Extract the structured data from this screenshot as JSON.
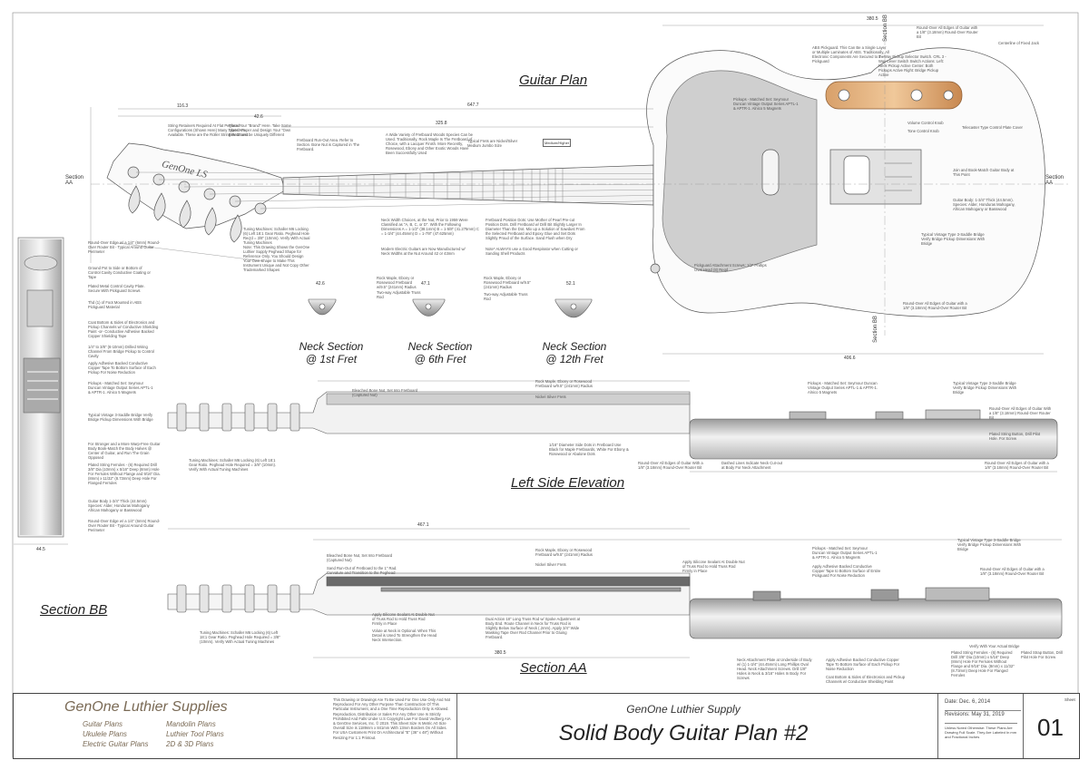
{
  "views": {
    "guitar_plan": "Guitar Plan",
    "left_side_elevation": "Left Side Elevation",
    "section_aa": "Section AA",
    "section_bb": "Section BB"
  },
  "neck_sections": [
    {
      "line1": "Neck Section",
      "line2": "@ 1st Fret"
    },
    {
      "line1": "Neck Section",
      "line2": "@ 6th Fret"
    },
    {
      "line1": "Neck Section",
      "line2": "@ 12th Fret"
    }
  ],
  "markers": {
    "section_aa_left": "Section\nAA",
    "section_aa_right": "Section\nAA",
    "section_bb_top": "Section BB",
    "section_bb_bottom": "Section BB"
  },
  "dimensions": {
    "overall_width": "380.5",
    "scale_length": "647.7",
    "body_length": "406.6",
    "neck_length": "467.1",
    "nut_to_body": "325.8",
    "headstock": "116.3",
    "neck_width": "42.6",
    "section_1st": "42.6",
    "section_6th": "47.1",
    "section_12th": "52.1",
    "section_aa_len": "380.5",
    "thickness": "44.5"
  },
  "notes": {
    "string_retainers": "String Retainers Required At Flat Peghead Configurations (Shown Here) Many Types Are Available. These are the Roller String Retainers",
    "brand_sticker": "Place Your \"Brand\" Here. Take Some Sketch Paper and Design Your \"Own Brand\" and be Uniquely Different",
    "fretboard_runout": "Fretboard Run-Out Area. Refer to Section. Bone Nut is Captured in The Fretboard.",
    "fretboard_woods": "A Wide Variety of Fretboard Woods Species Can be Used. Traditionally, Rock Maple Is The Fretboard of Choice, with a Lacquer Finish. More Recently, Rosewood, Ebony and Other Exotic Woods Have Been Successfully Used",
    "frets": "Typical Frets are Nickel/Silver Medium Jumbo Size",
    "tuners": "Tuning Machines: Schaller M6 Locking (6) Left 18:1 Gear Ratio. Peghead Hole Req'd = 3/8\" (10mm). Verify With Actual Tuning Machines",
    "headstock_shapes": "Note: This Drawing Shows the GenOne Luthier Supply Peghead Shape for Reference Only. You Should Design Your Own Shape to Make This Instrument Unique and Not Copy Other Trademarked Shapes",
    "neck_widths": "Neck Width Choices, at the Nut, Prior to 1959 Were Classified as \"A, B, C, or D\". With the Following Dimensions A = 1-1/2\" (38.1mm) B = 1-5/8\" (41.275mm) C = 1-3/4\" (44.45mm) D = 1-7/8\" (47.625mm)",
    "modern_widths": "Modern Electric Guitars are Now Manufactured w/ Neck Widths at the Nut Around 42 or 43mm",
    "position_dots": "Fretboard Position Dots: Use Mother of Pearl Pre-cut Position Dots. Drill Fretboard w/ Drill Bit Slightly Larger In Diameter Than the Dot. Mix up a Solution of Sawdust From the Selected Fretboard and Epoxy Glue and Set Dots Slightly Proud of the Surface. Sand Flush when Dry",
    "gloves": "Note* ALWAYS use a Good Respirator when Cutting or Sanding Shell Products",
    "rock_maple_1": "Rock Maple, Ebony or Rosewood Fretboard w/9.5\" (241mm) Radius",
    "truss_1": "Two-way Adjustable Truss Rod",
    "rock_maple_2": "Rock Maple, Ebony or Rosewood Fretboard w/9.5\" (241mm) Radius",
    "truss_2": "Two-way Adjustable Truss Rod",
    "roundover_top": "Round-Over All Edges of Guitar with a 1/8\" (3.18mm) Round-Over Router Bit",
    "pickguard": "ABS Pickguard. This Can Be a Single Layer or Multiple Laminates of ABS. Traditionally, All Electronic Components Are Secured to the Pickguard",
    "switch": "3 - Way Pickup Selector Switch. CRL 3 - Way Lever Switch Switch Actions: Left: Neck Pickup Active Center: Both Pickups Active Right: Bridge Pickup Active",
    "centerline": "Centerline of Fixed Jack",
    "pickups_plan": "Pickups - Matched Set: Seymour Duncan Vintage Output Series APTL-1 & APTR-1. Alnico 5 Magnets",
    "volume": "Volume Control Knob",
    "tone": "Tone Control Knob",
    "control_plate": "Telecaster Type Control Plate Cover",
    "jam_bolt": "Join and Book-Match Guitar Body at This Point",
    "body_woods": "Guitar Body: 1-3/4\" Thick (44.5mm). Species: Alder, Honduras Mahogany, African Mahogany or Basswood",
    "bridge_plan": "Typical Vintage Type 3-Saddle Bridge Verify Bridge Pickup Dimensions With Bridge",
    "pickguard_screws": "Pickguard Attachment Screws: 1/2\" Phillips Oval Head (8) Reqd",
    "roundover_bottom": "Round-Over All Edges of Guitar with a 1/8\" (3.18mm) Round-Over Router Bit",
    "bb_roundover": "Round-Over Edge w/ a 1/4\" (6mm) Round-Over Router Bit - Typical Around Guitar Perimeter",
    "bb_ground": "Ground Pot to Side or Bottom of Control Cavity Conductive Coating or Tape",
    "bb_plate": "Plated Metal Control Cavity Plate. Secure With Pickguard Screws",
    "bb_thrd": "Thd (1) of Foot Mounted in ABS Pickguard Material",
    "bb_coat": "Coat Bottom & Sides of Electronics and Pickup Channels w/ Conductive Shielding Paint -or- Conductive Adhesive Backed Copper Shielding Tape",
    "bb_drill": "1/4\" to 3/8\" (6-10mm) Drilled Wiring Channel From Bridge Pickup to Control Cavity",
    "bb_copper": "Apply Adhesive Backed Conductive Copper Tape To Bottom Surface of Each Pickup For Noise Reduction",
    "bb_pickups": "Pickups - Matched Set: Seymour Duncan Vintage Output Series APTL-1 & APTR-1. Alnico 5 Magnets",
    "bb_bridge": "Typical Vintage 3-Saddle Bridge Verify Bridge Pickup Dimensions With Bridge",
    "bb_strong": "For Stronger and a More Warp-Free Guitar Body Book-Match the Body Halves @ Center of Guitar, and Run The Grain Opposed",
    "bb_ferrules": "Plated String Ferrules - (6) Required Drill 3/8\" Dia (10mm) x 5/16\" Deep (8mm) Hole For Ferrules Without Flange and 9/16\" Dia. (8mm) x 11/32\" (8.73mm) Deep Hole For Flanged Ferrules",
    "bb_body": "Guitar Body 1-3/4\" Thick (44.5mm) Species: Alder, Honduras Mahogany African Mahogany or Basswood",
    "bb_round2": "Round-Over Edge w/ a 1/4\" (6mm) Round-Over Router Bit - Typical Around Guitar Perimeter",
    "ls_bone": "Bleached Bone Nut, Set Into Fretboard (Captured Nut)",
    "ls_fretboard": "Rock Maple, Ebony or Rosewood Fretboard w/9.5\" (241mm) Radius",
    "ls_frets": "Nickel Silver Frets",
    "ls_tuners": "Tuning Machines: Schaller M6 Locking (6) Left 18:1 Gear Ratio. Peghead Hole Required = 3/8\" (10mm). Verify With Actual Tuning Machines",
    "ls_dots": "1/16\" Diameter Side Dots in Fretboard Use Black for Maple Fretboards, White For Ebony & Rosewood or Abalone Dots",
    "ls_pickups": "Pickups - Matched Set: Seymour Duncan Vintage Output Series APTL-1 & APTR-1. Alnico 5 Magnets",
    "ls_bridge": "Typical Vintage Type 3-Saddle Bridge Verify Bridge Pickup Dimensions With Bridge",
    "ls_round": "Round-Over All Edges of Guitar With a 1/8\" (3.18mm) Round-Over Router Bit",
    "ls_ferrule": "Plated String Button, Drill Pilot Hole. For Screw",
    "ls_round2": "Round-Over All Edges of Guitar With a 1/8\" (3.18mm) Round-Over Router Bit",
    "ls_dashed": "Dashed Lines Indicate Neck Cut-out at Body For Neck Attachment",
    "ls_round3": "Round-Over All Edges of Guitar with a 1/8\" (3.18mm) Round-Over Router Bit",
    "aa_bone": "Bleached Bone Nut, Set Into Fretboard (Captured Nut)",
    "aa_runout": "Sand Run-Out of Fretboard to the 1\" Rad. Curvature and Transition to the Peghead",
    "aa_fretboard": "Rock Maple, Ebony or Rosewood Fretboard w/9.5\" (241mm) Radius",
    "aa_frets": "Nickel Silver Frets",
    "aa_silicone": "Apply Silicone Sealant At Double Nut of Truss Rod to Hold Truss Rod Firmly in Place",
    "aa_pickups": "Pickups - Matched Set: Seymour Duncan Vintage Output Series APTL-1 & APTR-1. Alnico 5 Magnets",
    "aa_copper": "Apply Adhesive Backed Conductive Copper Tape to Bottom Surface of Entire Pickguard For Noise Reduction",
    "aa_bridge": "Typical Vintage Type 3-Saddle Bridge Verify Bridge Pickup Dimensions With Bridge",
    "aa_round": "Round-Over All Edges of Guitar with a 1/8\" (3.18mm) Round-Over Router Bit",
    "aa_tuners": "Tuning Machines: Schaller M6 Locking (6) Left 18:1 Gear Ratio. Peghead Hole Required = 3/8\" (10mm). Verify With Actual Tuning Machines",
    "aa_silicone2": "Apply Silicone Sealant At Double Nut of Truss Rod to Hold Truss Rod Firmly in Place",
    "aa_volute": "Volute at Neck is Optional. When This Detail is Used To Strengthen the Head Neck Intersection.",
    "aa_truss": "Dual Action 18\" Long Truss Rod w/ Spoke Adjustment at Body End. Route Channel in Neck for Truss Rod is Slightly Below Surface of Neck (.2mm). Apply 3/4\" Wide Masking Tape Over Rod Channel Prior to Gluing Fretboard.",
    "aa_neckplate": "Neck Attachment Plate at Underside of Body w/ (1) 1-3/4\" (44.45mm) Long Phillips Oval Head. Neck Attachment Screws. Drill 1/8\" Holes in Neck & 3/16\" Holes In Body. For Screws",
    "aa_copper2": "Apply Adhesive Backed Conductive Copper Tape To Bottom Surface of Each Pickup For Noise Reduction",
    "aa_coat": "Coat Bottom & Sides of Electronics and Pickup Channels w/ Conductive Shielding Paint",
    "aa_ferrules": "Plated String Ferrules - (6) Required Drill 3/8\" Dia (10mm) x 5/16\" Deep (8mm) Hole For Ferrules Without Flange and 9/16\" Dia. (8mm) x 11/32\" (8.73mm) Deep Hole For Flanged Ferrules",
    "aa_strap": "Plated Strap Button, Drill Pilot Hole For Screw",
    "aa_verify": "Verify With Your Actual Bridge"
  },
  "headstock_logo": "GenOne LS",
  "fretboard_chip": "Medium/Higher",
  "title_block": {
    "brand": "GenOne Luthier Supplies",
    "list_left": [
      "Guitar Plans",
      "Ukulele Plans",
      "Electric Guitar Plans"
    ],
    "list_right": [
      "Mandolin Plans",
      "Luthier Tool Plans",
      "2D & 3D Plans"
    ],
    "disclaimer": "This Drawing or Drawings Are To Be Used For One Use Only And Not Reproduced For Any Other Purpose Than Construction Of This Particular Instrument, and a One Time Reproduction Only is Allowed. Reproduction, Distribution or Sales For Any Other Use Is Strictly Prohibited And Falls Under U.S Copyright Law For David Vedberg AIA & GenOne Services, Inc. © 2019. This Sheet Size Is Metric A0 Size Overall Size is 1189mm x 841mm With 13mm Borders On All Sides. For USA Customers Print On Architectural \"E\" (36\" x 48\") Without Resizing For 1:1 Printout.",
    "company": "GenOne Luthier Supply",
    "plan_title": "Solid Body Guitar Plan #2",
    "date": "Date: Dec. 6, 2014",
    "revisions": "Revisions: May 31, 2019",
    "note": "Unless Noted Otherwise: These Plans Are Drawing Full Scale. They Are Labeled In mm and Fractional Inches",
    "sheet_label": "Sheet",
    "sheet_number": "01"
  },
  "colors": {
    "pickguard": "#c9c9c9",
    "control_plate": "#d4a06a",
    "body": "#e8e8e8",
    "line": "#444444",
    "wood_dark": "#a08060"
  }
}
